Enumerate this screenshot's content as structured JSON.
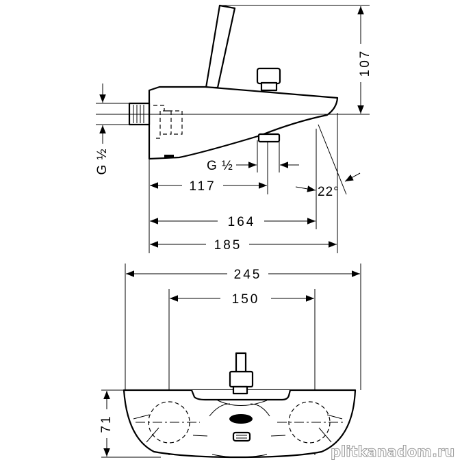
{
  "side_view": {
    "height_dim": "107",
    "inlet_thread": "G ½",
    "outlet_thread": "G ½",
    "dim_outlet": "117",
    "dim_spout_front": "164",
    "dim_total_length": "185",
    "angle": "22°"
  },
  "top_view": {
    "dim_width": "245",
    "dim_centers": "150",
    "dim_depth": "71"
  },
  "watermark": "plitkanadom.ru"
}
